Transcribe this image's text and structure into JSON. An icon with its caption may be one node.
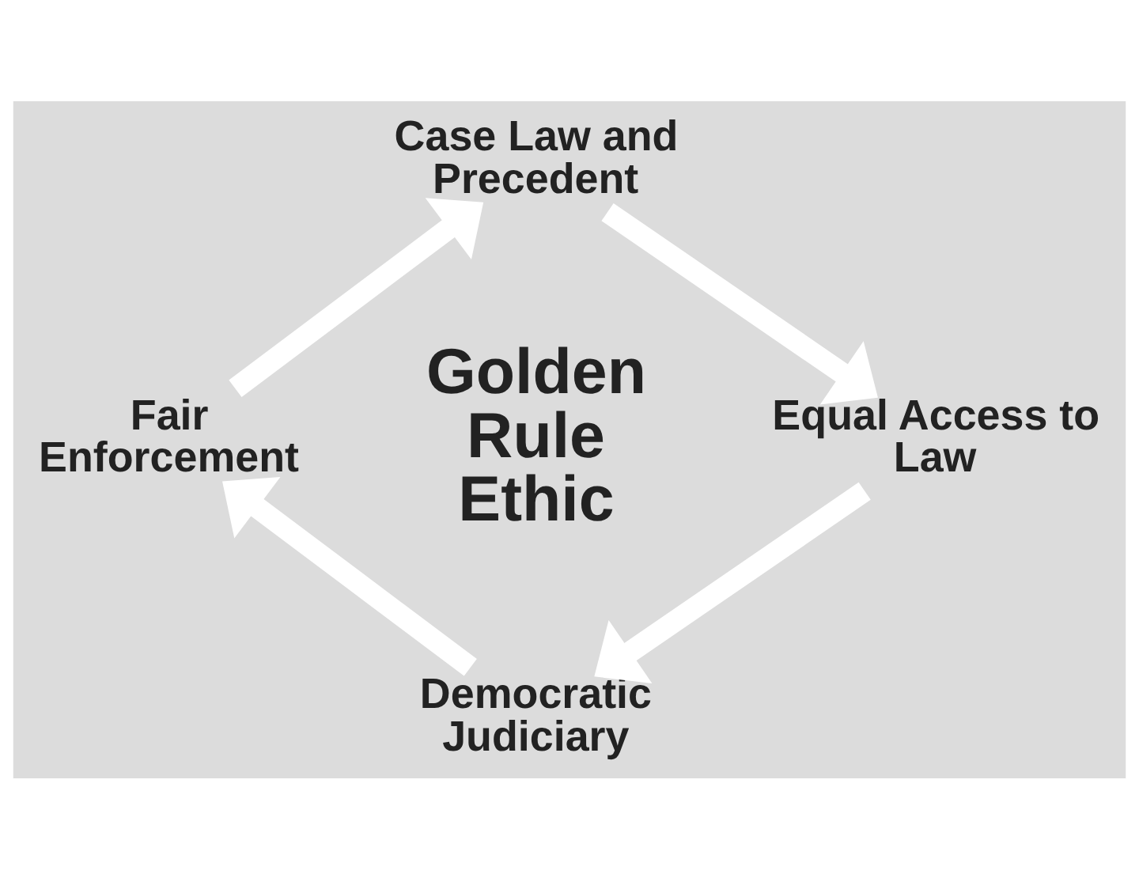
{
  "diagram": {
    "nodes": [
      {
        "text": [
          "Case Law and Precedent"
        ]
      },
      {
        "text": [
          "Equal Access to Law"
        ]
      },
      {
        "text": [
          "Democratic Judiciary"
        ]
      },
      {
        "text": [
          "Fair Enforcement"
        ]
      },
      {
        "text": [
          "Golden Rule Ethic"
        ]
      }
    ],
    "edges": [
      {
        "from": 3,
        "to": 0,
        "arrow": "to"
      },
      {
        "from": 0,
        "to": 1,
        "arrow": "to"
      },
      {
        "from": 1,
        "to": 2,
        "arrow": "to"
      },
      {
        "from": 2,
        "to": 3,
        "arrow": "to"
      }
    ]
  }
}
